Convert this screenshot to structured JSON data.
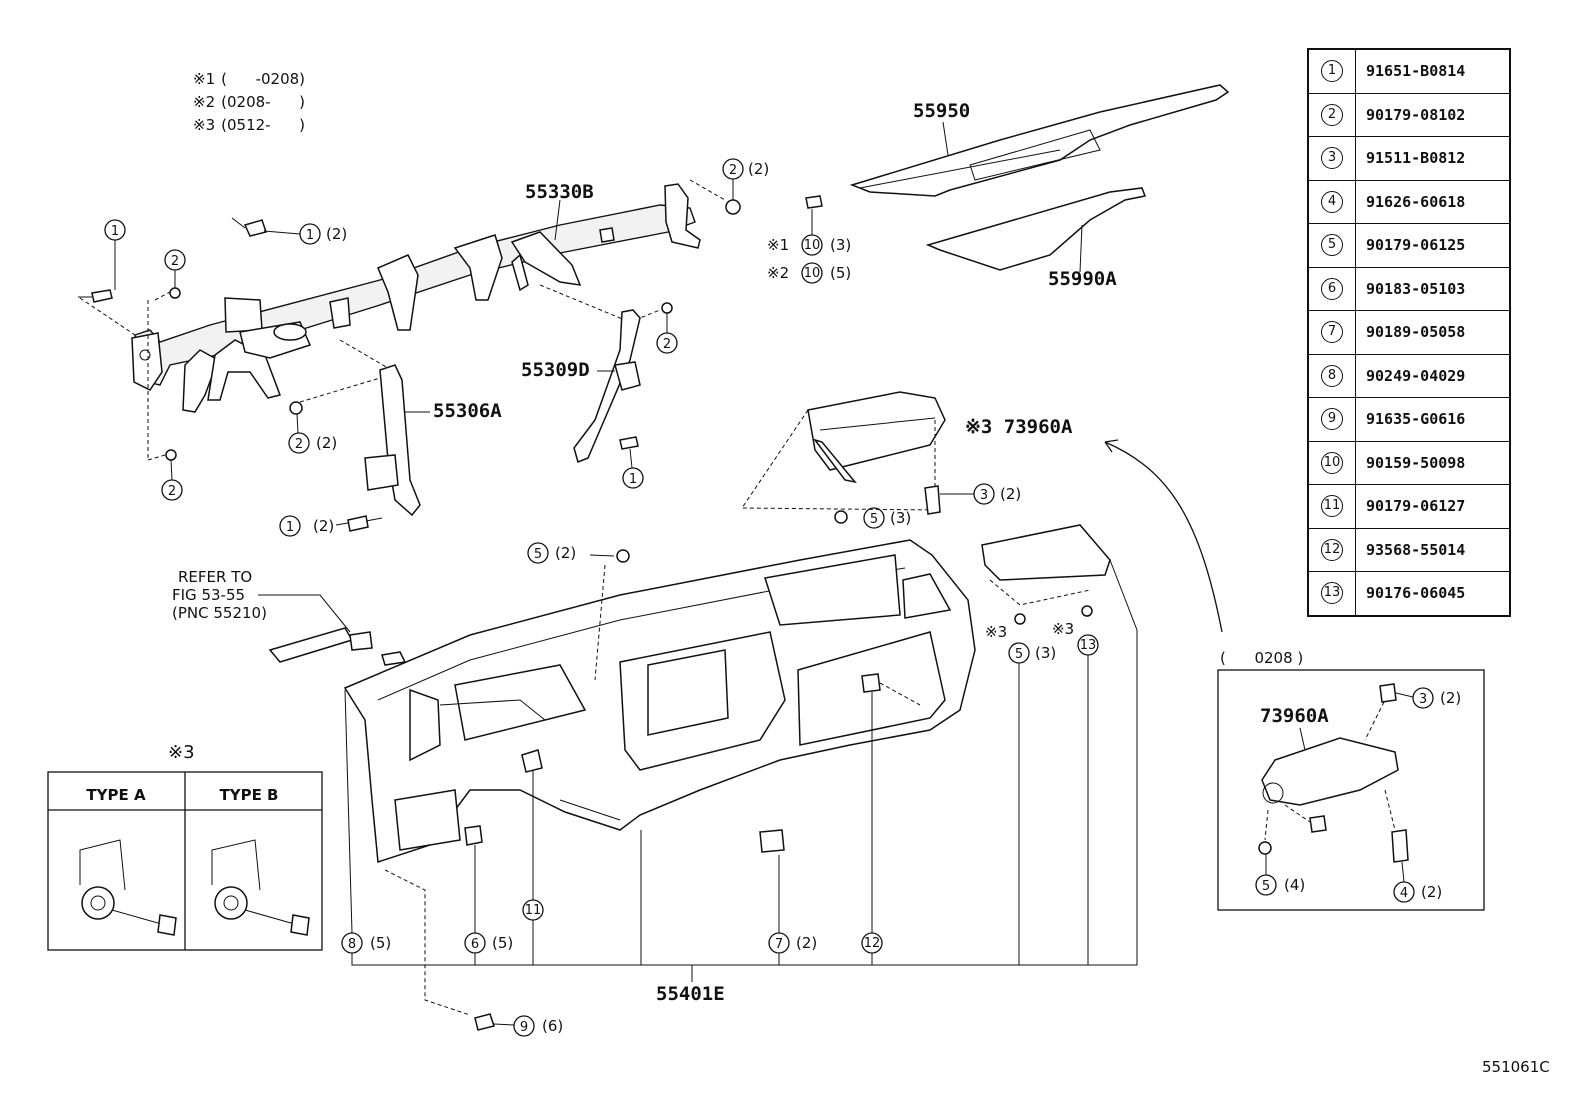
{
  "notes": [
    {
      "mark": "※1",
      "range": "(      -0208)"
    },
    {
      "mark": "※2",
      "range": "(0208-      )"
    },
    {
      "mark": "※3",
      "range": "(0512-      )"
    }
  ],
  "parts_table": [
    {
      "num": "1",
      "code": "91651-B0814"
    },
    {
      "num": "2",
      "code": "90179-08102"
    },
    {
      "num": "3",
      "code": "91511-B0812"
    },
    {
      "num": "4",
      "code": "91626-60618"
    },
    {
      "num": "5",
      "code": "90179-06125"
    },
    {
      "num": "6",
      "code": "90183-05103"
    },
    {
      "num": "7",
      "code": "90189-05058"
    },
    {
      "num": "8",
      "code": "90249-04029"
    },
    {
      "num": "9",
      "code": "91635-G0616"
    },
    {
      "num": "10",
      "code": "90159-50098"
    },
    {
      "num": "11",
      "code": "90179-06127"
    },
    {
      "num": "12",
      "code": "93568-55014"
    },
    {
      "num": "13",
      "code": "90176-06045"
    }
  ],
  "part_labels": {
    "p55950": "55950",
    "p55990a": "55990A",
    "p55330b": "55330B",
    "p55309d": "55309D",
    "p55306a": "55306A",
    "p73960a": "73960A",
    "p73960a_main": "※3 73960A",
    "p55401e": "55401E"
  },
  "callouts": {
    "c2_2_top": "(2)",
    "c1_2_top": "(2)",
    "c2_2_mid": "(2)",
    "c1_2_bot": "(2)",
    "c10_3": "(3)",
    "c10_5": "(5)",
    "c3_2_main": "(2)",
    "c5_3_main": "(3)",
    "c5_2_top": "(2)",
    "c5_3_right": "(3)",
    "c8_5": "(5)",
    "c6_5": "(5)",
    "c7_2": "(2)",
    "c9_6": "(6)",
    "c3_2_inset": "(2)",
    "c5_4_inset": "(4)",
    "c4_2_inset": "(2)",
    "mark1": "※1",
    "mark2": "※2",
    "mark3a": "※3",
    "mark3b": "※3"
  },
  "refer": {
    "line1": "REFER TO",
    "line2": "FIG 53-55",
    "line3": "(PNC 55210)"
  },
  "inset_type": {
    "mark": "※3",
    "type_a": "TYPE  A",
    "type_b": "TYPE  B"
  },
  "inset_airbag": {
    "range": "(      0208 )"
  },
  "figure_code": "551061C"
}
